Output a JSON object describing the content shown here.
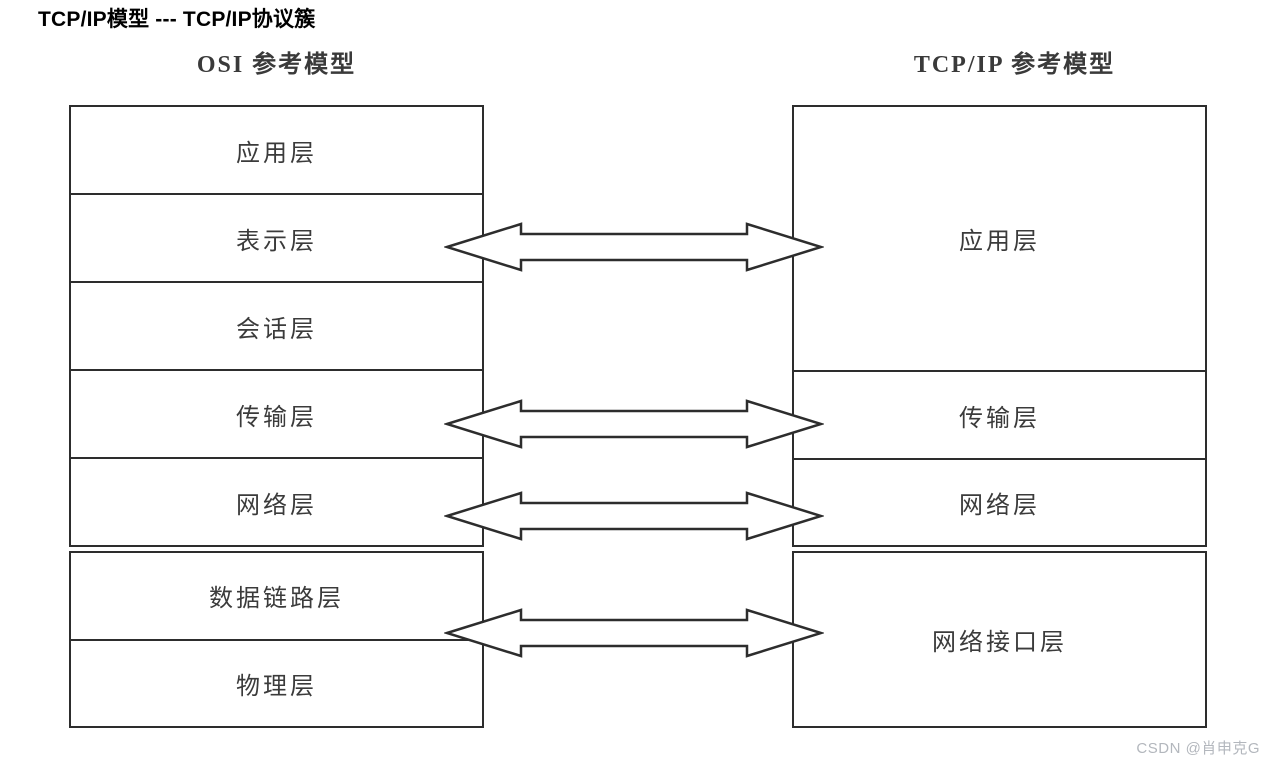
{
  "page": {
    "title": "TCP/IP模型 --- TCP/IP协议簇"
  },
  "diagram": {
    "left_model": {
      "header": "OSI 参考模型",
      "layers": [
        "应用层",
        "表示层",
        "会话层",
        "传输层",
        "网络层",
        "数据链路层",
        "物理层"
      ]
    },
    "right_model": {
      "header": "TCP/IP 参考模型",
      "layers": [
        "应用层",
        "传输层",
        "网络层",
        "网络接口层"
      ]
    },
    "mappings": [
      {
        "from": "表示层",
        "to": "应用层"
      },
      {
        "from": "传输层",
        "to": "传输层"
      },
      {
        "from": "网络层",
        "to": "网络层"
      },
      {
        "from": "数据链路层",
        "to": "网络接口层"
      }
    ]
  },
  "watermark": {
    "text": "CSDN @肖申克G"
  },
  "colors": {
    "line": "#2d2d2d",
    "diagram_text": "#3b3b3b",
    "title_text": "#000000",
    "watermark_text": "#b3b7bd",
    "background": "#ffffff"
  }
}
